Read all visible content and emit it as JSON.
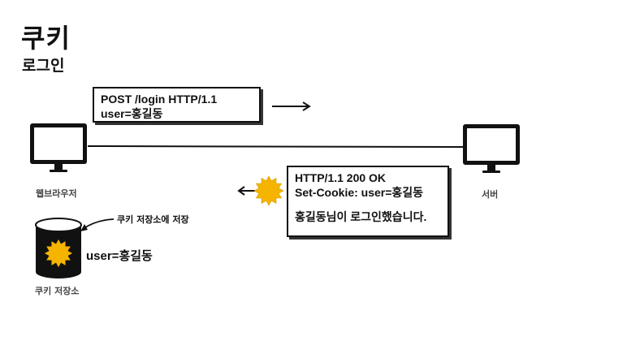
{
  "header": {
    "title": "쿠키",
    "subtitle": "로그인"
  },
  "request": {
    "line1": "POST /login HTTP/1.1",
    "line2": "user=홍길동"
  },
  "response": {
    "line1": "HTTP/1.1 200 OK",
    "line2": "Set-Cookie: user=홍길동",
    "line3": "홍길동님이 로그인했습니다."
  },
  "client": {
    "label": "웹브라우저"
  },
  "server": {
    "label": "서버"
  },
  "cookie_store": {
    "label": "쿠키 저장소",
    "note": "쿠키 저장소에 저장",
    "value": "user=홍길동"
  },
  "colors": {
    "cookie": "#f5b400",
    "ink": "#111111"
  }
}
